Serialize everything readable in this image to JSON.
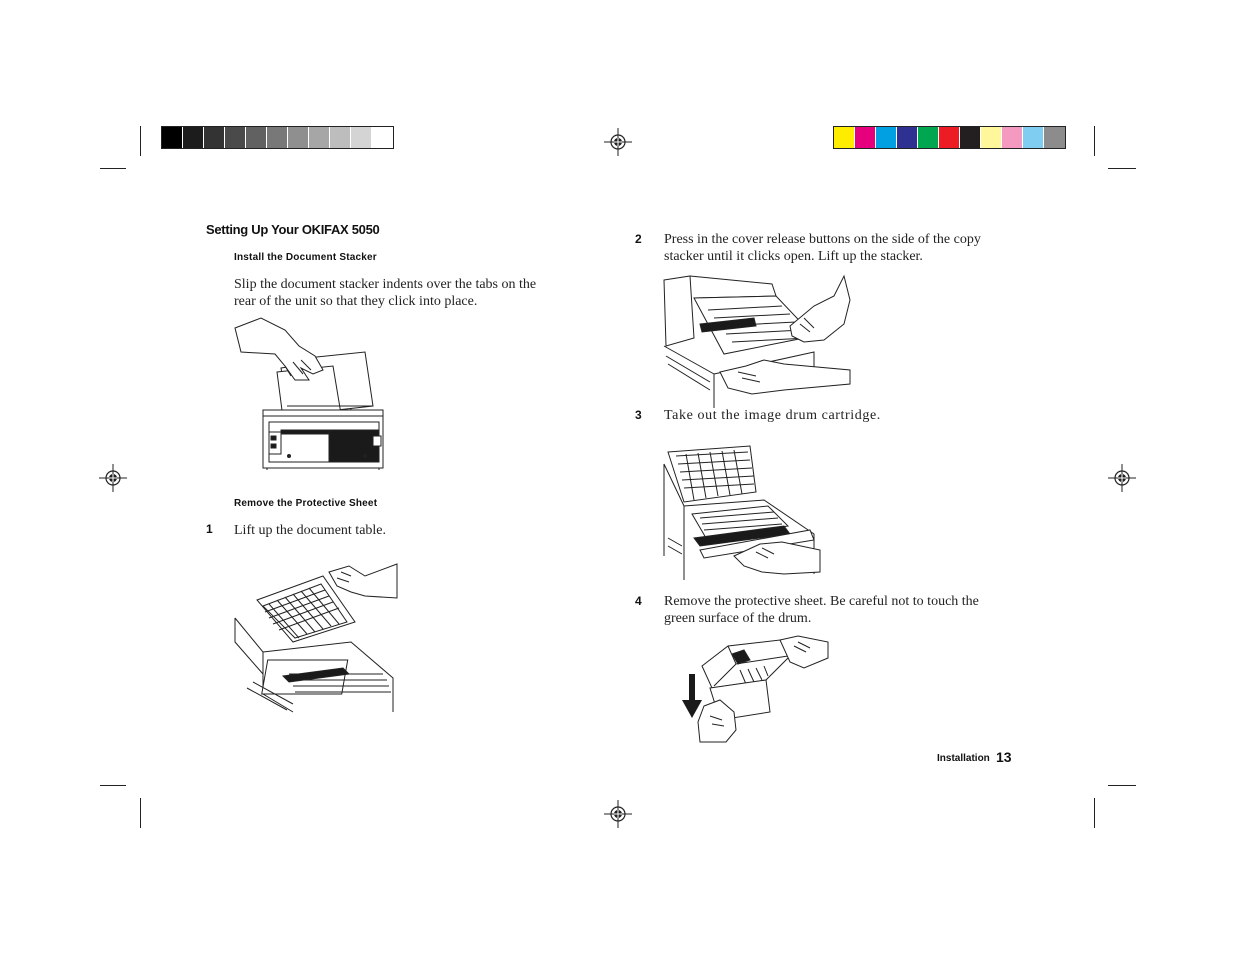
{
  "page": {
    "heading": "Setting Up Your OKIFAX 5050",
    "section1_title": "Install the Document Stacker",
    "section1_text": [
      "Slip the document stacker indents over the tabs on the",
      "rear of the unit so that they click into place."
    ],
    "section2_title": "Remove the Protective Sheet",
    "steps": [
      {
        "number": "1",
        "lines": [
          "Lift up the document table."
        ]
      },
      {
        "number": "2",
        "lines": [
          "Press in the cover release buttons on the side of the copy",
          "stacker until it clicks open. Lift up the stacker."
        ]
      },
      {
        "number": "3",
        "lines": [
          "Take out the image drum cartridge."
        ]
      },
      {
        "number": "4",
        "lines": [
          "Remove the protective sheet. Be careful not to touch the",
          "green surface of the drum."
        ]
      }
    ],
    "footer": {
      "section": "Installation",
      "page_number": "13"
    }
  },
  "colors": {
    "grayscale_bar": [
      "#000000",
      "#1c1c1c",
      "#333333",
      "#4a4a4a",
      "#616161",
      "#787878",
      "#8f8f8f",
      "#a6a6a6",
      "#bdbdbd",
      "#d4d4d4",
      "#ffffff"
    ],
    "color_bar": [
      "#ffed00",
      "#e6007e",
      "#00a0e3",
      "#2e3192",
      "#00a650",
      "#ed1c24",
      "#231f20",
      "#fff799",
      "#f49ac1",
      "#7fcdf0",
      "#8c8c8c"
    ]
  },
  "icons": [
    "registration-mark-icon",
    "arrow-down-icon"
  ]
}
